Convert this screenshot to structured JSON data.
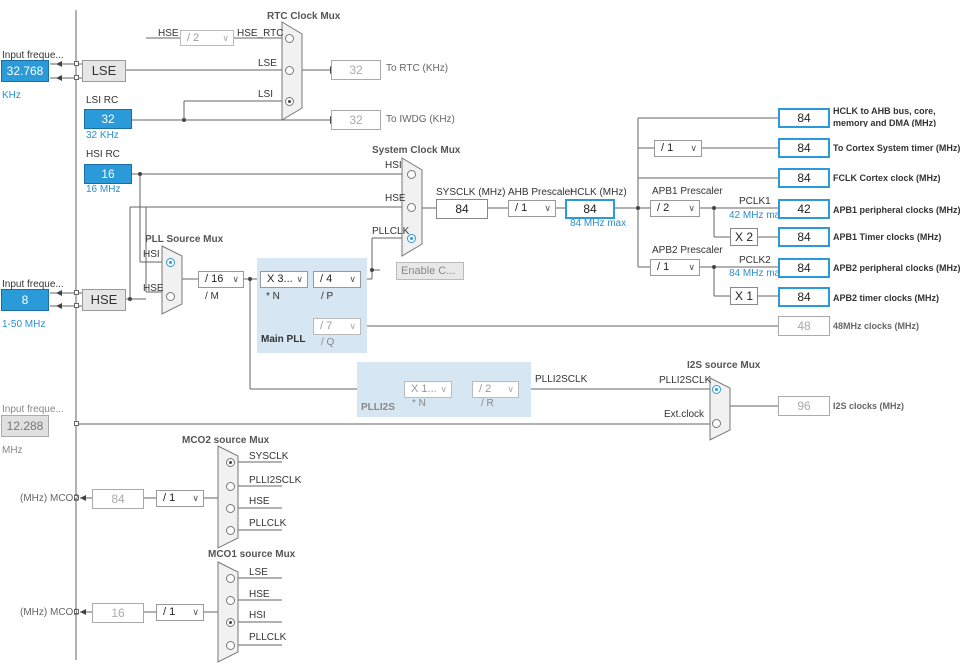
{
  "left": {
    "lse_input_label": "Input freque...",
    "lse_input_value": "32.768",
    "lse_unit": "KHz",
    "lse_label": "LSE",
    "lsi_title": "LSI RC",
    "lsi_value": "32",
    "lsi_unit": "32 KHz",
    "hsi_title": "HSI RC",
    "hsi_value": "16",
    "hsi_unit": "16 MHz",
    "hse_input_label": "Input freque...",
    "hse_input_value": "8",
    "hse_range": "1-50 MHz",
    "hse_label": "HSE",
    "i2s_input_label": "Input freque...",
    "i2s_input_value": "12.288",
    "i2s_unit": "MHz"
  },
  "rtc": {
    "title": "RTC Clock Mux",
    "hse_label": "HSE",
    "div": "/ 2",
    "hse_rtc": "HSE_RTC",
    "lse": "LSE",
    "lsi": "LSI",
    "value": "32",
    "to_rtc": "To RTC (KHz)",
    "iwdg_value": "32",
    "to_iwdg": "To IWDG (KHz)"
  },
  "sysmux": {
    "title": "System Clock Mux",
    "hsi": "HSI",
    "hse": "HSE",
    "pllclk": "PLLCLK",
    "enable_css": "Enable C...",
    "sysclk_label": "SYSCLK (MHz)",
    "sysclk_value": "84",
    "ahb_label": "AHB Prescaler",
    "ahb_div": "/ 1",
    "hclk_label": "HCLK (MHz)",
    "hclk_value": "84",
    "hclk_max": "84 MHz max"
  },
  "pll": {
    "title": "PLL Source Mux",
    "hsi": "HSI",
    "hse": "HSE",
    "m": "/ 16",
    "m_label": "/ M",
    "n": "X 3...",
    "n_label": "* N",
    "p": "/ 4",
    "p_label": "/ P",
    "q": "/ 7",
    "q_label": "/ Q",
    "main_pll": "Main PLL"
  },
  "apb": {
    "apb1_label": "APB1 Prescaler",
    "apb1_div": "/ 2",
    "pclk1": "PCLK1",
    "pclk1_max": "42 MHz max",
    "apb1_timer_mul": "X 2",
    "apb2_label": "APB2 Prescaler",
    "apb2_div": "/ 1",
    "pclk2": "PCLK2",
    "pclk2_max": "84 MHz max",
    "apb2_timer_mul": "X 1",
    "cortex_div": "/ 1"
  },
  "outputs": [
    {
      "value": "84",
      "label": "HCLK to AHB bus, core, memory and DMA (MHz)"
    },
    {
      "value": "84",
      "label": "To Cortex System timer (MHz)"
    },
    {
      "value": "84",
      "label": "FCLK Cortex clock (MHz)"
    },
    {
      "value": "42",
      "label": "APB1 peripheral clocks (MHz)"
    },
    {
      "value": "84",
      "label": "APB1 Timer clocks (MHz)"
    },
    {
      "value": "84",
      "label": "APB2 peripheral clocks (MHz)"
    },
    {
      "value": "84",
      "label": "APB2 timer clocks (MHz)"
    },
    {
      "value": "48",
      "label": "48MHz clocks (MHz)"
    },
    {
      "value": "96",
      "label": "I2S clocks (MHz)"
    }
  ],
  "plli2s": {
    "title": "PLLI2S",
    "n": "X 1...",
    "n_label": "* N",
    "r": "/ 2",
    "r_label": "/ R",
    "clk": "PLLI2SCLK"
  },
  "i2smux": {
    "title": "I2S source Mux",
    "plli2sclk": "PLLI2SCLK",
    "ext": "Ext.clock"
  },
  "mco2": {
    "title": "MCO2 source Mux",
    "opts": [
      "SYSCLK",
      "PLLI2SCLK",
      "HSE",
      "PLLCLK"
    ],
    "div": "/ 1",
    "value": "84",
    "label": "(MHz) MCO2"
  },
  "mco1": {
    "title": "MCO1 source Mux",
    "opts": [
      "LSE",
      "HSE",
      "HSI",
      "PLLCLK"
    ],
    "div": "/ 1",
    "value": "16",
    "label": "(MHz) MCO1"
  }
}
